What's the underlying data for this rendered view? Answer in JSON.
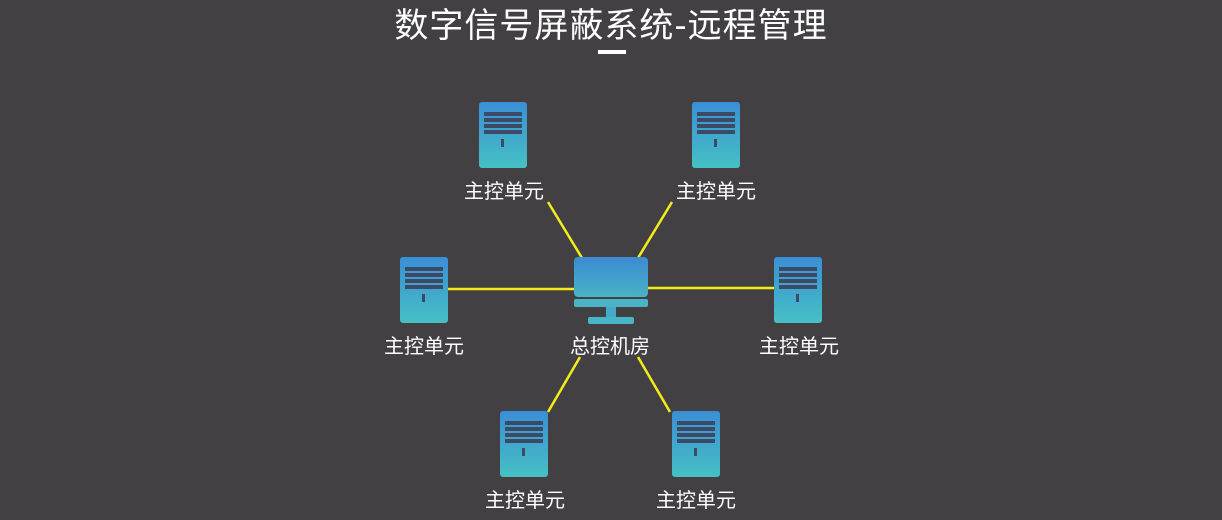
{
  "title": "数字信号屏蔽系统-远程管理",
  "colors": {
    "background": "#424043",
    "link_line": "#f2ec1c",
    "device_top": "#3a8fd6",
    "device_bottom": "#46c0c4",
    "vent": "#3c4a66"
  },
  "center": {
    "label": "总控机房",
    "icon": "monitor-icon"
  },
  "units": [
    {
      "label": "主控单元",
      "icon": "server-icon"
    },
    {
      "label": "主控单元",
      "icon": "server-icon"
    },
    {
      "label": "主控单元",
      "icon": "server-icon"
    },
    {
      "label": "主控单元",
      "icon": "server-icon"
    },
    {
      "label": "主控单元",
      "icon": "server-icon"
    },
    {
      "label": "主控单元",
      "icon": "server-icon"
    }
  ]
}
